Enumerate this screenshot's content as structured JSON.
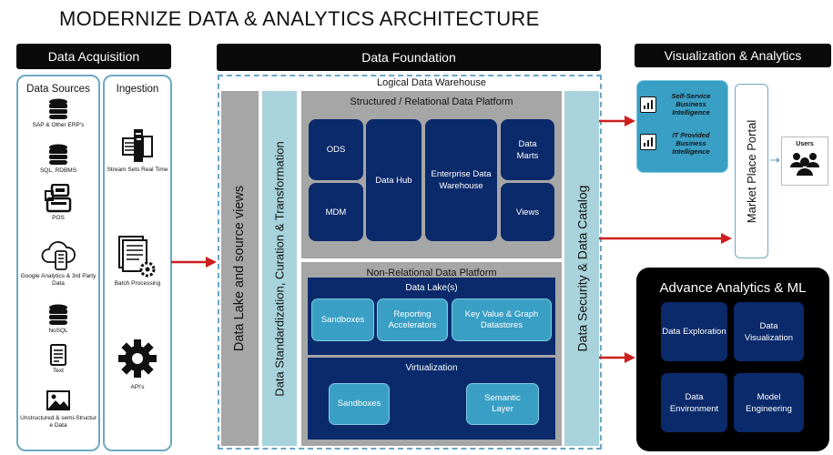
{
  "title": "MODERNIZE DATA & ANALYTICS ARCHITECTURE",
  "sections": {
    "acquisition": "Data Acquisition",
    "foundation": "Data Foundation",
    "visualization": "Visualization & Analytics"
  },
  "data_sources": {
    "label": "Data Sources",
    "items": [
      {
        "icon": "database-icon",
        "label": "SAP & Other ERP's"
      },
      {
        "icon": "database-icon",
        "label": "SQL, RDBMS"
      },
      {
        "icon": "pos-terminal-icon",
        "label": "POS"
      },
      {
        "icon": "cloud-phone-icon",
        "label": "Google Analytics & 3rd Party Data"
      },
      {
        "icon": "database-icon",
        "label": "NoSQL"
      },
      {
        "icon": "document-icon",
        "label": "Text"
      },
      {
        "icon": "image-icon",
        "label": "Unstructured & semi-Structur e Data"
      }
    ]
  },
  "ingestion": {
    "label": "Ingestion",
    "items": [
      {
        "icon": "stream-icon",
        "label": "Stream Sets Real Time"
      },
      {
        "icon": "batch-gear-icon",
        "label": "Batch Processing"
      },
      {
        "icon": "gear-icon",
        "label": "API's"
      }
    ]
  },
  "foundation": {
    "logical_dw": "Logical Data Warehouse",
    "lake_views": "Data Lake and source views",
    "standardization": "Data Standardization, Curation & Transformation",
    "security": "Data Security & Data Catalog",
    "structured": {
      "label": "Structured / Relational Data Platform",
      "ods": "ODS",
      "mdm": "MDM",
      "hub": "Data Hub",
      "edw": "Enterprise Data Warehouse",
      "marts": "Data Marts",
      "views": "Views"
    },
    "nonrelational": {
      "label": "Non-Relational Data Platform",
      "lake_label": "Data Lake(s)",
      "lake_items": [
        "Sandboxes",
        "Reporting Accelerators",
        "Key Value & Graph Datastores"
      ],
      "virt_label": "Virtualization",
      "virt_items": [
        "Sandboxes",
        "Semantic Layer"
      ]
    }
  },
  "visualization": {
    "bi_items": [
      "Self-Service Business Intelligence",
      "IT Provided Business Intelligence"
    ],
    "portal": "Market Place Portal",
    "users": "Users"
  },
  "advanced": {
    "title": "Advance Analytics & ML",
    "items": [
      "Data Exploration",
      "Data Visualization",
      "Data Environment",
      "Model Engineering"
    ]
  },
  "colors": {
    "navy": "#0b2a6b",
    "teal": "#3a9fc4",
    "arrow": "#cc1f1f",
    "gray": "#a6a6a6",
    "lightteal": "#a8d3dc"
  }
}
